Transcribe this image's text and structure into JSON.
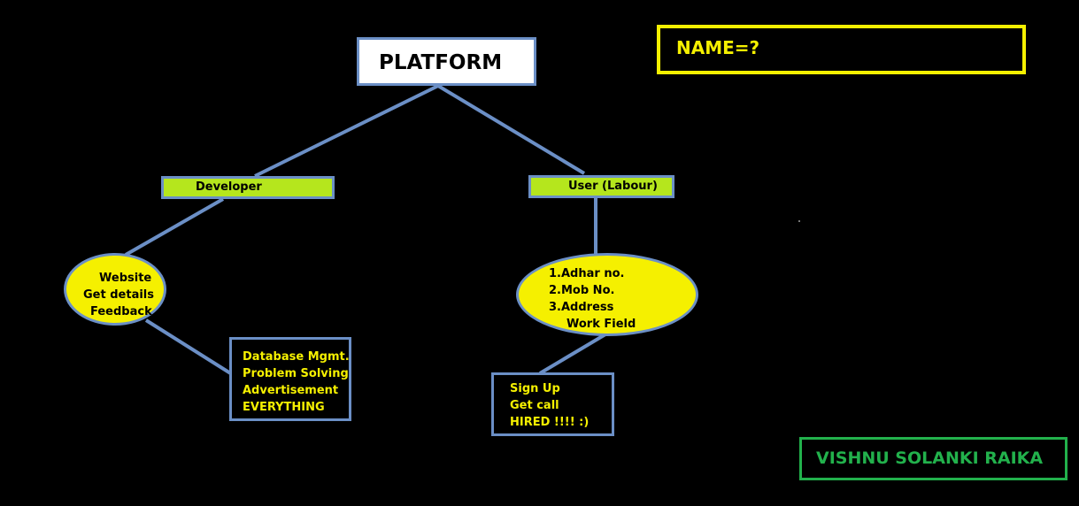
{
  "diagram": {
    "root": {
      "label": "PLATFORM"
    },
    "name_prompt": "NAME=?",
    "developer": {
      "label": "Developer",
      "features": [
        "Website",
        "Get details",
        "Feedback"
      ],
      "skills": [
        "Database Mgmt.",
        "Problem Solving",
        "Advertisement",
        "EVERYTHING"
      ]
    },
    "user": {
      "label": "User (Labour)",
      "requirements": [
        "1.Adhar no.",
        "2.Mob No.",
        "3.Address",
        "Work Field"
      ],
      "steps": [
        "Sign Up",
        "Get call",
        "HIRED !!!! :)"
      ]
    },
    "author": "VISHNU SOLANKI RAIKA",
    "colors": {
      "background": "#000000",
      "connector": "#6b8fc6",
      "yellow": "#f5f000",
      "green_label": "#b5e61d",
      "author_green": "#22b14c"
    }
  }
}
